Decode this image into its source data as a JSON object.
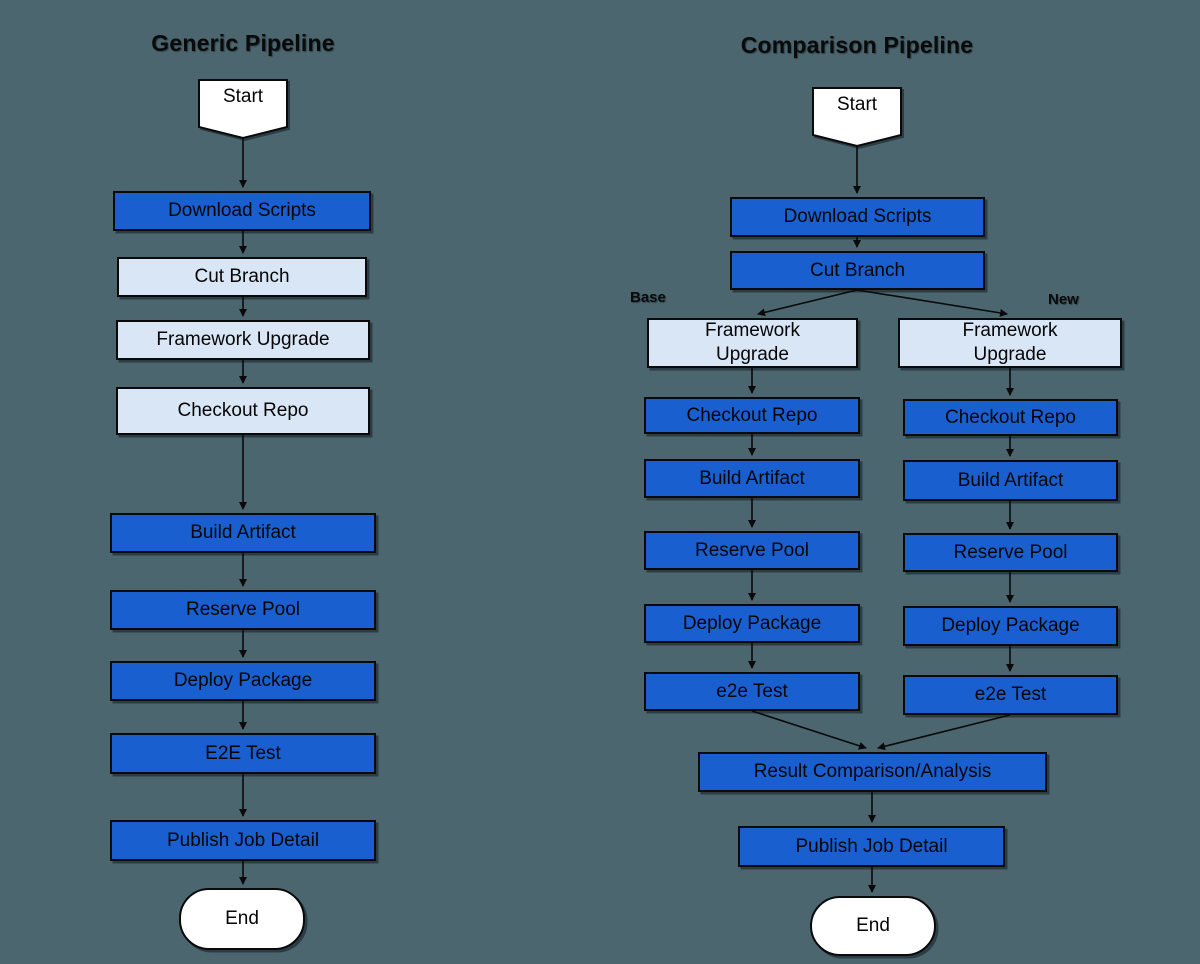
{
  "colors": {
    "background": "#4c6670",
    "process_dark": "#1a5fd0",
    "process_light": "#d9e6f5",
    "terminal_fill": "#ffffff",
    "border": "#0a0a0a"
  },
  "generic": {
    "title": "Generic Pipeline",
    "start_label": "Start",
    "end_label": "End",
    "nodes": [
      {
        "label": "Download Scripts",
        "variant": "dark"
      },
      {
        "label": "Cut Branch",
        "variant": "light"
      },
      {
        "label": "Framework Upgrade",
        "variant": "light"
      },
      {
        "label": "Checkout Repo",
        "variant": "light"
      },
      {
        "label": "Build Artifact",
        "variant": "dark"
      },
      {
        "label": "Reserve Pool",
        "variant": "dark"
      },
      {
        "label": "Deploy Package",
        "variant": "dark"
      },
      {
        "label": "E2E Test",
        "variant": "dark"
      },
      {
        "label": "Publish Job Detail",
        "variant": "dark"
      }
    ]
  },
  "comparison": {
    "title": "Comparison Pipeline",
    "start_label": "Start",
    "end_label": "End",
    "shared_nodes": [
      {
        "label": "Download Scripts",
        "variant": "dark"
      },
      {
        "label": "Cut Branch",
        "variant": "dark"
      }
    ],
    "branch_labels": {
      "left": "Base",
      "right": "New"
    },
    "branch_nodes": [
      {
        "label": "Framework Upgrade",
        "variant": "light"
      },
      {
        "label": "Checkout Repo",
        "variant": "dark"
      },
      {
        "label": "Build Artifact",
        "variant": "dark"
      },
      {
        "label": "Reserve Pool",
        "variant": "dark"
      },
      {
        "label": "Deploy Package",
        "variant": "dark"
      },
      {
        "label": "e2e Test",
        "variant": "dark"
      }
    ],
    "merge_nodes": [
      {
        "label": "Result Comparison/Analysis",
        "variant": "dark"
      },
      {
        "label": "Publish Job Detail",
        "variant": "dark"
      }
    ]
  }
}
